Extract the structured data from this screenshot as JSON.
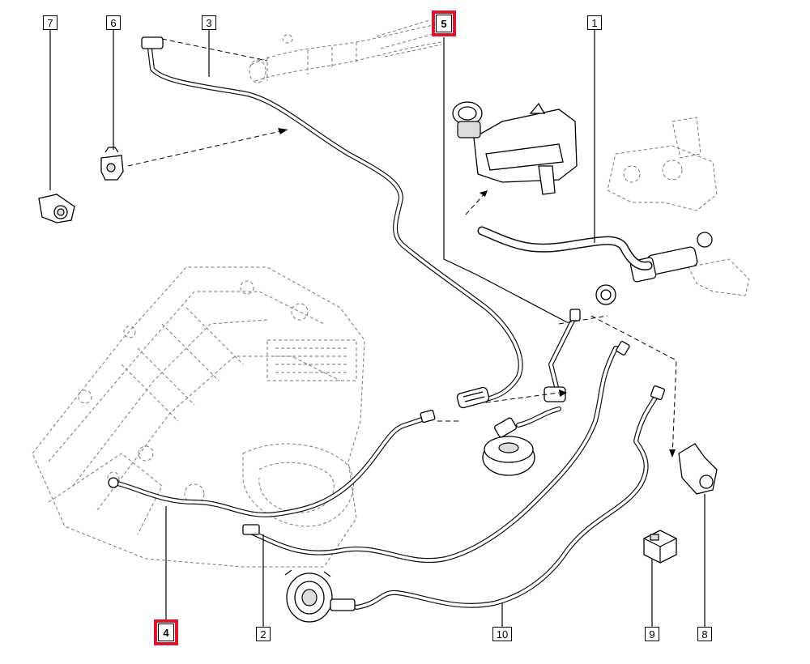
{
  "callouts": [
    {
      "id": "1",
      "highlighted": false
    },
    {
      "id": "2",
      "highlighted": false
    },
    {
      "id": "3",
      "highlighted": false
    },
    {
      "id": "4",
      "highlighted": true
    },
    {
      "id": "5",
      "highlighted": true
    },
    {
      "id": "6",
      "highlighted": false
    },
    {
      "id": "7",
      "highlighted": false
    },
    {
      "id": "8",
      "highlighted": false
    },
    {
      "id": "9",
      "highlighted": false
    },
    {
      "id": "10",
      "highlighted": false
    }
  ],
  "colors": {
    "highlight": "#e0142b",
    "line": "#000000",
    "ghost": "#777777",
    "background": "#ffffff"
  }
}
